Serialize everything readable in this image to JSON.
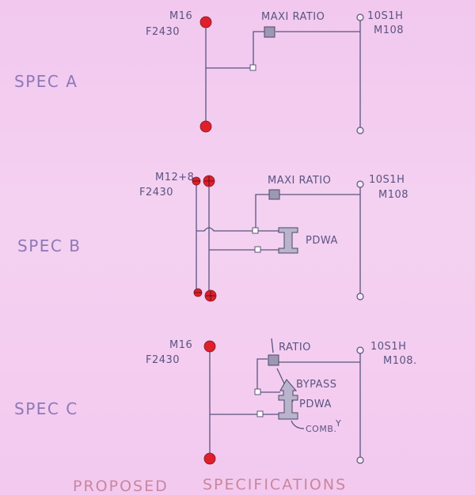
{
  "footer": {
    "left": "PROPOSED",
    "right": "SPECIFICATIONS"
  },
  "spec_a": {
    "label": "SPEC A",
    "left_code_1": "M16",
    "left_code_2": "F2430",
    "box_label": "MAXI RATIO",
    "right_code_1": "10S1H",
    "right_code_2": "M108"
  },
  "spec_b": {
    "label": "SPEC B",
    "left_code_1": "M12+8",
    "left_code_2": "F2430",
    "box_label": "MAXI RATIO",
    "valve_label": "PDWA",
    "right_code_1": "10S1H",
    "right_code_2": "M108"
  },
  "spec_c": {
    "label": "SPEC C",
    "left_code_1": "M16",
    "left_code_2": "F2430",
    "box_label": "RATIO",
    "bypass_label": "BYPASS",
    "valve_label": "PDWA",
    "comb_label": "COMB.",
    "comb_sup": "Y",
    "right_code_1": "10S1H",
    "right_code_2": "M108."
  },
  "colors": {
    "paper": "#f3cdef",
    "ink": "#5a557e",
    "terminal_red": "#e01f2a",
    "footer_ink": "#c9869e"
  }
}
